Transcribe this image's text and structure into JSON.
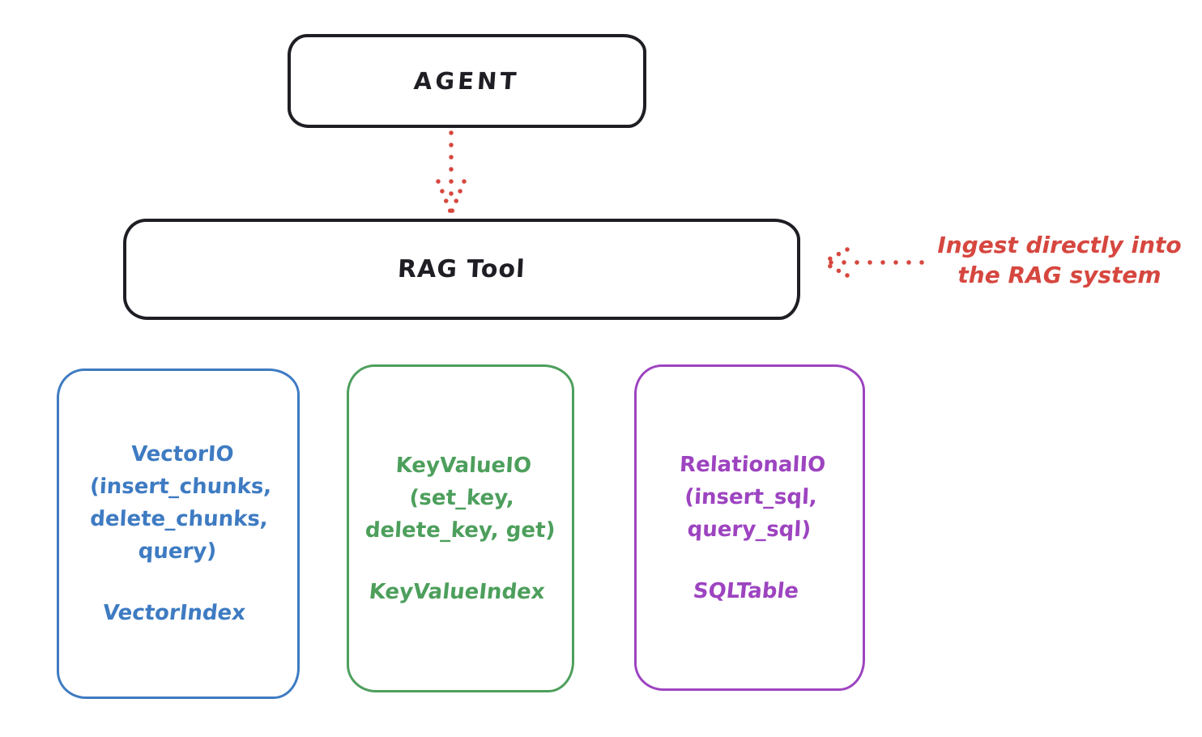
{
  "diagram": {
    "agent_box": {
      "label": "AGENT"
    },
    "rag_tool_box": {
      "label": "RAG Tool"
    },
    "annotation": {
      "line1": "Ingest directly into",
      "line2": "the RAG system"
    },
    "columns": [
      {
        "id": "vector-io",
        "color": "#3e7bc2",
        "lines": [
          "VectorIO",
          "(insert_chunks,",
          "delete_chunks,",
          "query)"
        ],
        "index_label": "VectorIndex"
      },
      {
        "id": "keyvalue-io",
        "color": "#4d9f5c",
        "lines": [
          "KeyValueIO",
          "(set_key,",
          "delete_key, get)"
        ],
        "index_label": "KeyValueIndex"
      },
      {
        "id": "relational-io",
        "color": "#9d44c0",
        "lines": [
          "RelationalIO",
          "(insert_sql,",
          "query_sql)"
        ],
        "index_label": "SQLTable"
      }
    ],
    "colors": {
      "stroke": "#1e1e24",
      "red": "#d6473f",
      "blue": "#3e7bc2",
      "green": "#4d9f5c",
      "purple": "#9d44c0"
    }
  }
}
